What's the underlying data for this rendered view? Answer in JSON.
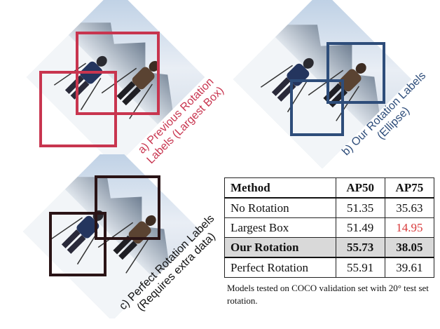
{
  "colors": {
    "previous": "#c8354f",
    "ours": "#2e4d7a",
    "perfect": "#2a1416",
    "red_value": "#d8393a"
  },
  "panels": {
    "a": {
      "caption_line1": "a) Previous Rotation",
      "caption_line2": "Labels (Largest Box)"
    },
    "b": {
      "caption_line1": "b) Our Rotation Labels",
      "caption_line2": "(Ellipse)"
    },
    "c": {
      "caption_line1": "c) Perfect Rotation Labels",
      "caption_line2": "(Requires extra data)"
    }
  },
  "table": {
    "headers": [
      "Method",
      "AP50",
      "AP75"
    ],
    "rows": [
      {
        "method": "No Rotation",
        "ap50": "51.35",
        "ap75": "35.63"
      },
      {
        "method": "Largest Box",
        "ap50": "51.49",
        "ap75": "14.95"
      },
      {
        "method": "Our Rotation",
        "ap50": "55.73",
        "ap75": "38.05"
      },
      {
        "method": "Perfect Rotation",
        "ap50": "55.91",
        "ap75": "39.61"
      }
    ]
  },
  "note": "Models tested on COCO validation set with 20° test set rotation."
}
